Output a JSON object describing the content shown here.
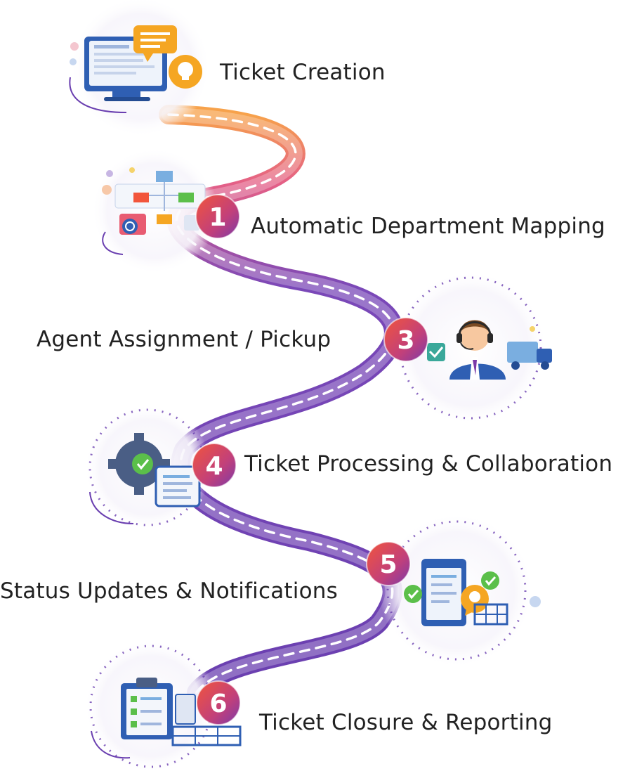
{
  "colors": {
    "text": "#222222",
    "road_start": "#f7a24b",
    "road_mid": "#e45f87",
    "road_end": "#6a3fb0",
    "badge_start": "#f1543c",
    "badge_end": "#7b3aa8",
    "accent_blue": "#2f5fb3",
    "accent_orange": "#f5a623",
    "accent_green": "#5bbf4a"
  },
  "steps": [
    {
      "label": "Ticket Creation",
      "badge": "",
      "icon": "monitor-chat-icon"
    },
    {
      "label": "Automatic Department Mapping",
      "badge": "1",
      "icon": "org-chart-icon"
    },
    {
      "label": "Agent Assignment / Pickup",
      "badge": "3",
      "icon": "support-agent-icon"
    },
    {
      "label": "Ticket Processing & Collaboration",
      "badge": "4",
      "icon": "gear-document-icon"
    },
    {
      "label": "Status Updates & Notifications",
      "badge": "5",
      "icon": "tablet-notification-icon"
    },
    {
      "label": "Ticket Closure & Reporting",
      "badge": "6",
      "icon": "checklist-clipboard-icon"
    }
  ]
}
